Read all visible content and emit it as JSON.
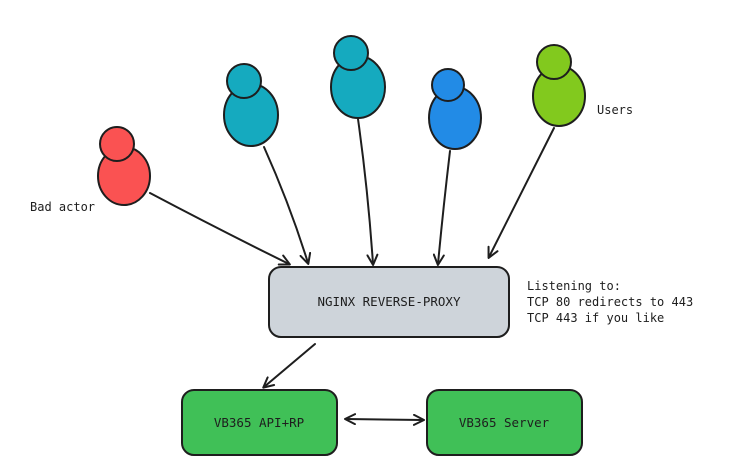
{
  "labels": {
    "bad_actor": "Bad actor",
    "users": "Users",
    "listening_lines": [
      "Listening to:",
      "TCP 80 redirects to 443",
      "TCP 443 if you like"
    ]
  },
  "nodes": {
    "proxy": {
      "label": "NGINX REVERSE-PROXY",
      "fill": "#ced4da"
    },
    "api": {
      "label": "VB365 API+RP",
      "fill": "#40c057"
    },
    "server": {
      "label": "VB365 Server",
      "fill": "#40c057"
    }
  },
  "actors": [
    {
      "role": "bad-actor",
      "color": "#fa5252"
    },
    {
      "role": "user",
      "color": "#15aabf"
    },
    {
      "role": "user",
      "color": "#15aabf"
    },
    {
      "role": "user",
      "color": "#228be6"
    },
    {
      "role": "user",
      "color": "#82c91e"
    }
  ]
}
